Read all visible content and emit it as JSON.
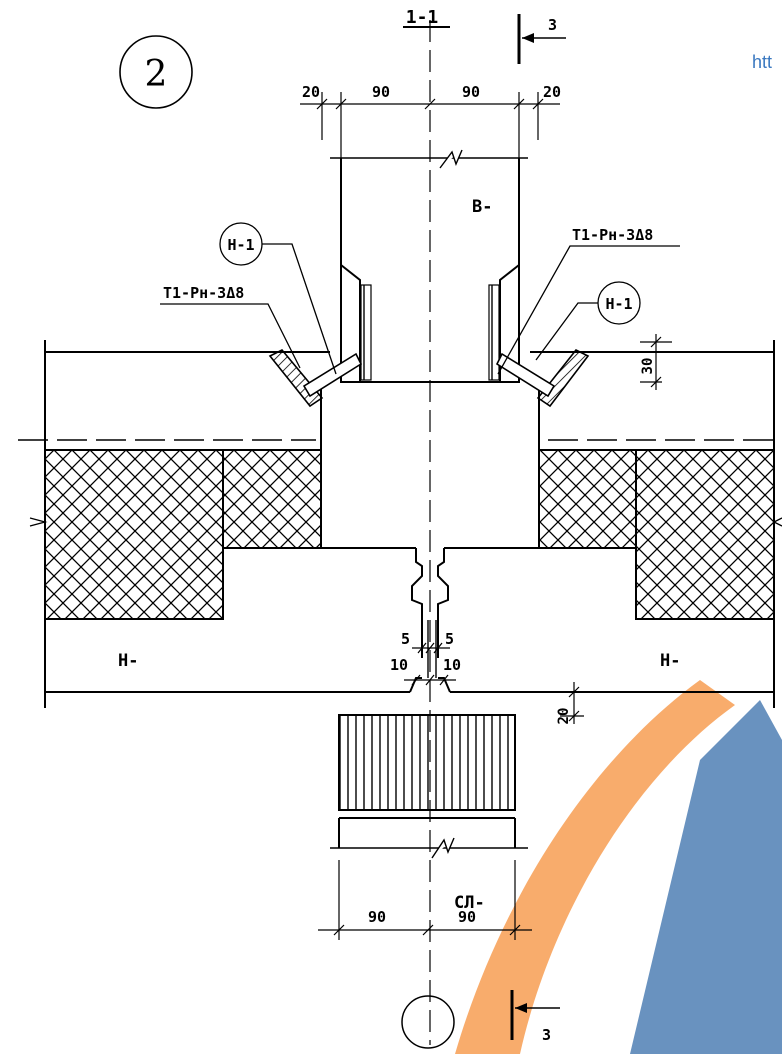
{
  "section": {
    "label": "1-1",
    "arrow_label": "3"
  },
  "node": {
    "number": "2"
  },
  "url_fragment": "htt",
  "upper_panel": {
    "label": "В-"
  },
  "lower_panel": {
    "label": "СЛ-"
  },
  "slabs": {
    "left_label": "Н-",
    "right_label": "Н-"
  },
  "callouts": {
    "n1_left": "Н-1",
    "n1_right": "Н-1",
    "weld_left": "Т1-Рн-3Δ8",
    "weld_right": "Т1-Рн-3Δ8"
  },
  "dims": {
    "top": [
      "20",
      "90",
      "90",
      "20"
    ],
    "right_30": "30",
    "right_20": "20",
    "joint_5_left": "5",
    "joint_5_right": "5",
    "joint_10_left": "10",
    "joint_10_right": "10",
    "bottom": [
      "90",
      "90"
    ]
  },
  "watermark_colors": {
    "orange": "#f7a35c",
    "blue": "#4f7fb4"
  }
}
